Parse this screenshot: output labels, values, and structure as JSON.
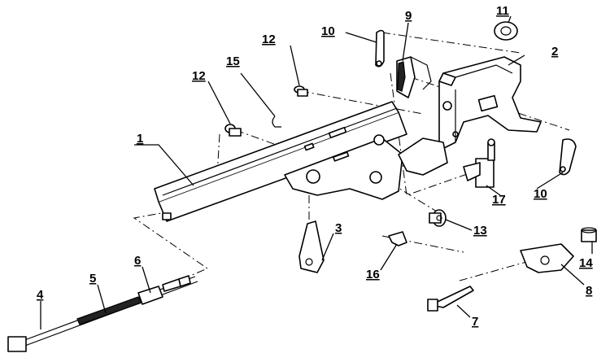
{
  "callouts": {
    "c1": "1",
    "c2": "2",
    "c3": "3",
    "c4": "4",
    "c5": "5",
    "c6": "6",
    "c7": "7",
    "c8": "8",
    "c9": "9",
    "c10a": "10",
    "c10b": "10",
    "c11": "11",
    "c12a": "12",
    "c12b": "12",
    "c13": "13",
    "c14": "14",
    "c15": "15",
    "c16": "16",
    "c17": "17"
  }
}
